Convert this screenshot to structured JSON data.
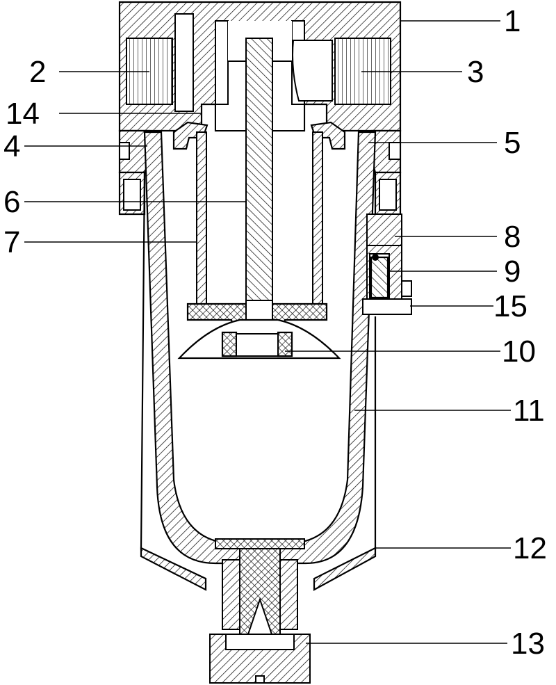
{
  "diagram": {
    "callouts": [
      {
        "id": "c1",
        "label": "1"
      },
      {
        "id": "c2",
        "label": "2"
      },
      {
        "id": "c3",
        "label": "3"
      },
      {
        "id": "c14",
        "label": "14"
      },
      {
        "id": "c4",
        "label": "4"
      },
      {
        "id": "c5",
        "label": "5"
      },
      {
        "id": "c6",
        "label": "6"
      },
      {
        "id": "c7",
        "label": "7"
      },
      {
        "id": "c8",
        "label": "8"
      },
      {
        "id": "c9",
        "label": "9"
      },
      {
        "id": "c15",
        "label": "15"
      },
      {
        "id": "c10",
        "label": "10"
      },
      {
        "id": "c11",
        "label": "11"
      },
      {
        "id": "c12",
        "label": "12"
      },
      {
        "id": "c13",
        "label": "13"
      }
    ],
    "colors": {
      "line": "#000000",
      "background": "#ffffff"
    }
  }
}
